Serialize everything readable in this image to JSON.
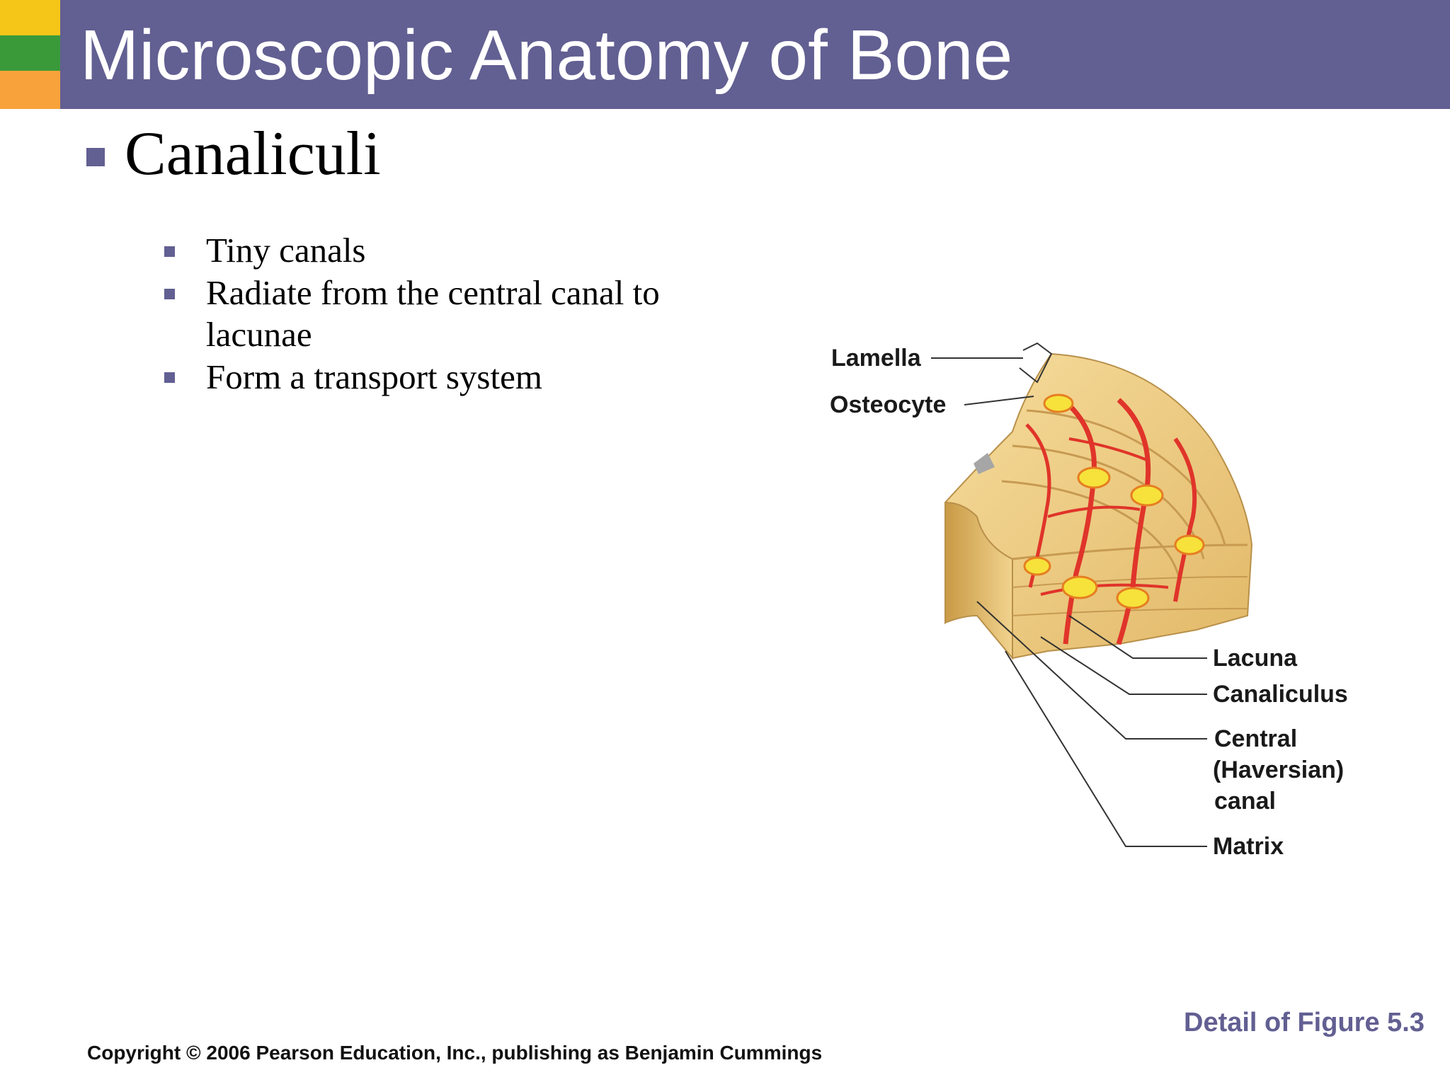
{
  "slide": {
    "title": "Microscopic Anatomy of Bone",
    "heading": "Canaliculi",
    "bullets": [
      "Tiny canals",
      "Radiate from the central canal to",
      "lacunae",
      "Form a transport system"
    ],
    "figure_reference": "Detail of Figure 5.3",
    "copyright": "Copyright © 2006 Pearson Education, Inc., publishing as Benjamin Cummings"
  },
  "diagram": {
    "labels": {
      "lamella": "Lamella",
      "osteocyte": "Osteocyte",
      "lacuna": "Lacuna",
      "canaliculus": "Canaliculus",
      "central_line1": "Central",
      "central_line2": "(Haversian)",
      "central_line3": "canal",
      "matrix": "Matrix"
    }
  },
  "colors": {
    "header": "#625f92",
    "stripe_yellow": "#f5c518",
    "stripe_green": "#3a9a3a",
    "stripe_orange": "#f7a23a",
    "bone_fill": "#f1d38e",
    "canal_red": "#e0342a",
    "osteocyte_yellow": "#f6e23a"
  }
}
